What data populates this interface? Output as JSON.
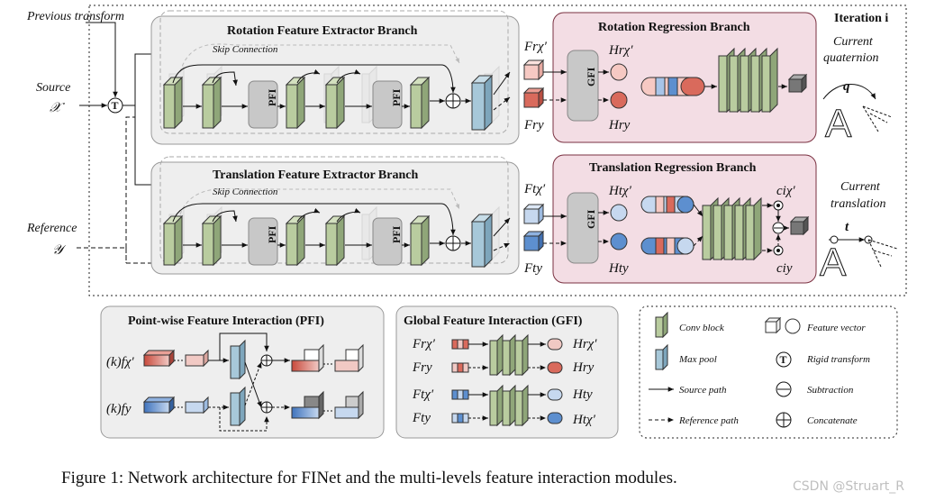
{
  "diagram": {
    "labels": {
      "previous_transform": "Previous transform",
      "source": "Source",
      "source_symbol": "𝒳",
      "reference": "Reference",
      "reference_symbol": "𝒴",
      "iteration": "Iteration i",
      "current_quaternion": "Current quaternion",
      "current_translation": "Current translation",
      "quat_symbol": "q",
      "trans_symbol": "t",
      "transform_glyph": "T",
      "rotation_extractor": "Rotation Feature Extractor Branch",
      "translation_extractor": "Translation Feature Extractor Branch",
      "rotation_regression": "Rotation Regression Branch",
      "translation_regression": "Translation Regression Branch",
      "skip_connection": "Skip Connection",
      "pfi": "PFI",
      "gfi": "GFI",
      "F_rx": "Frχ′",
      "F_ry": "Fry",
      "H_rx": "Hrχ′",
      "H_ry": "Hry",
      "F_tx": "Ftχ′",
      "F_ty": "Fty",
      "H_tx": "Htχ′",
      "H_ty": "Hty",
      "c_tx": "ciχ′",
      "c_ty": "ciy"
    },
    "pfi_panel": {
      "title": "Point-wise Feature Interaction (PFI)",
      "f_x": "(k)fχ′",
      "f_y": "(k)fy"
    },
    "gfi_panel": {
      "title": "Global Feature Interaction (GFI)"
    },
    "legend": {
      "conv_block": "Conv block",
      "max_pool": "Max pool",
      "source_path": "Source path",
      "reference_path": "Reference path",
      "feature_vector": "Feature vector",
      "rigid_transform": "Rigid transform",
      "subtraction": "Subtraction",
      "concatenate": "Concatenate"
    },
    "colors": {
      "conv_green": "#b9cc9f",
      "maxpool_blue": "#a7c8d9",
      "pink_panel": "#f3dde4",
      "gray_panel": "#eeeeee",
      "red_feature": "#d96a5c",
      "blue_feature": "#5d8fcf"
    }
  },
  "caption": "Figure 1: Network architecture for FINet and the multi-levels feature interaction modules.",
  "watermark": "CSDN @Struart_R"
}
